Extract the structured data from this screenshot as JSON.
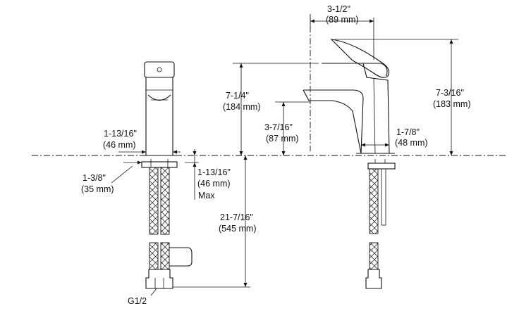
{
  "dimensions": {
    "spout_reach": {
      "imperial": "3-1/2\"",
      "metric": "(89 mm)"
    },
    "spout_height": {
      "imperial": "7-1/4\"",
      "metric": "(184 mm)"
    },
    "overall_height": {
      "imperial": "7-3/16\"",
      "metric": "(183 mm)"
    },
    "aerator_height": {
      "imperial": "3-7/16\"",
      "metric": "(87 mm)"
    },
    "base_depth": {
      "imperial": "1-7/8\"",
      "metric": "(48 mm)"
    },
    "body_width": {
      "imperial": "1-13/16\"",
      "metric": "(46 mm)"
    },
    "shank_diameter": {
      "imperial": "1-3/8\"",
      "metric": "(35 mm)"
    },
    "max_deck_thickness": {
      "imperial": "1-13/16\"",
      "metric": "(46 mm)",
      "note": "Max"
    },
    "hose_length": {
      "imperial": "21-7/16\"",
      "metric": "(545 mm)"
    },
    "connection": "G1/2"
  }
}
